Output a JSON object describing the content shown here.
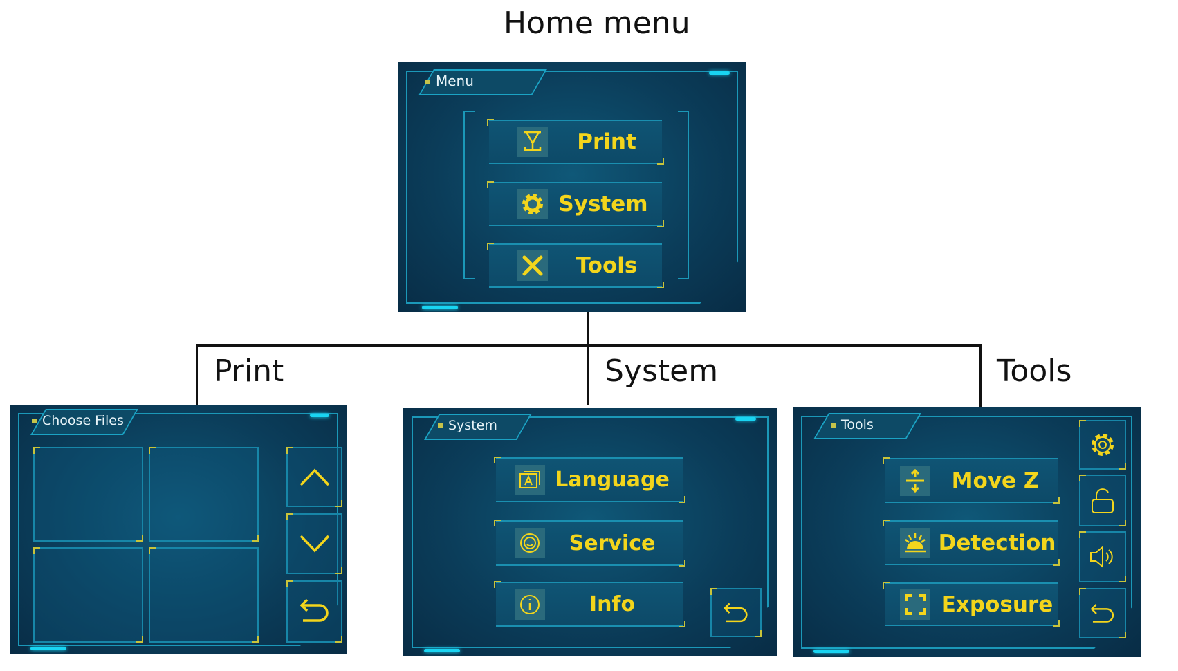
{
  "diagram": {
    "title": "Home menu",
    "branches": [
      "Print",
      "System",
      "Tools"
    ]
  },
  "home": {
    "tab": "Menu",
    "buttons": [
      {
        "label": "Print",
        "icon": "print-icon"
      },
      {
        "label": "System",
        "icon": "gear-icon"
      },
      {
        "label": "Tools",
        "icon": "tools-icon"
      }
    ]
  },
  "print": {
    "tab": "Choose Files",
    "nav": [
      "up-arrow-icon",
      "down-arrow-icon",
      "back-icon"
    ]
  },
  "system": {
    "tab": "System",
    "buttons": [
      {
        "label": "Language",
        "icon": "language-icon"
      },
      {
        "label": "Service",
        "icon": "service-icon"
      },
      {
        "label": "Info",
        "icon": "info-icon"
      }
    ]
  },
  "tools": {
    "tab": "Tools",
    "buttons": [
      {
        "label": "Move Z",
        "icon": "move-z-icon"
      },
      {
        "label": "Detection",
        "icon": "detection-icon"
      },
      {
        "label": "Exposure",
        "icon": "exposure-icon"
      }
    ],
    "side": [
      "gear-icon",
      "unlock-icon",
      "speaker-icon",
      "back-icon"
    ]
  },
  "colors": {
    "accent": "#f3d51c",
    "frame": "#1b98b8",
    "bg": "#0b3d5a"
  }
}
